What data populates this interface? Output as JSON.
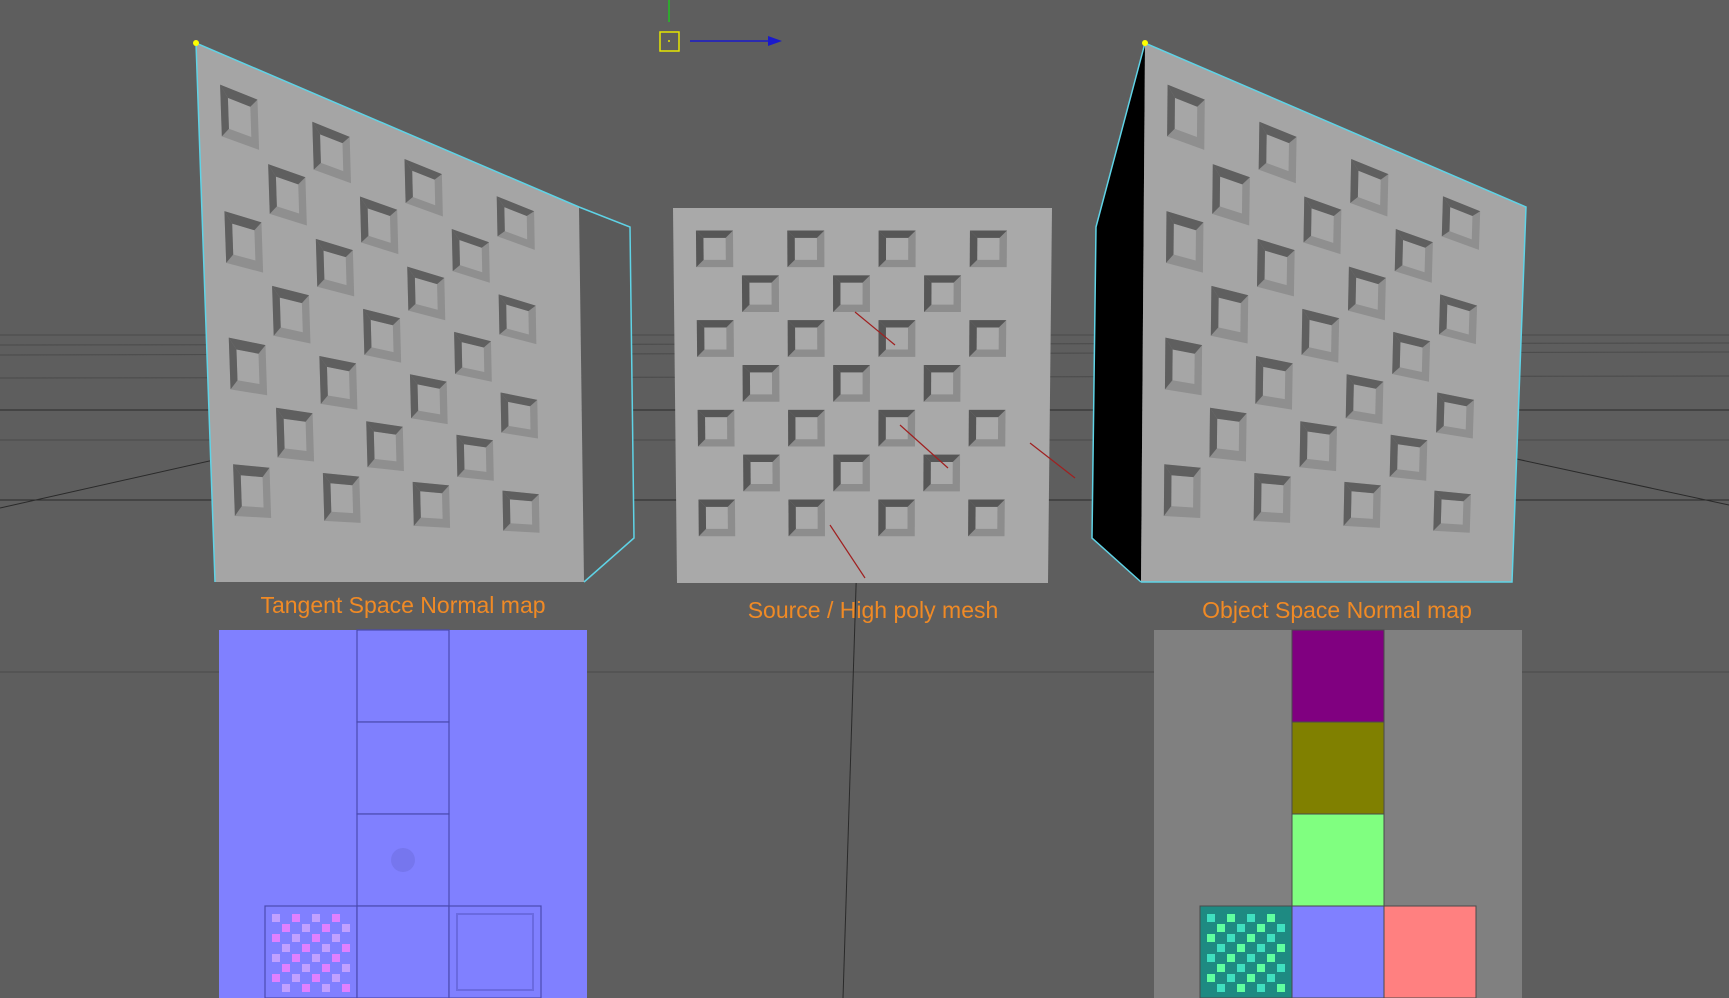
{
  "viewport": {
    "background": "#5e5e5e",
    "grid_color": "#4a4a4a",
    "axis_color": "#2a2a2a"
  },
  "captions": {
    "tangent": "Tangent Space Normal map",
    "source": "Source / High poly mesh",
    "object": "Object Space Normal map"
  },
  "caption_color": "#f08a25",
  "panels": {
    "tangent_face": {
      "fill": "#a5a5a5",
      "side_fill": "#5a5a5a",
      "edge_color": "#5fd3e6"
    },
    "source_face": {
      "fill": "#a9a9a9"
    },
    "object_face": {
      "fill": "#a5a5a5",
      "side_fill": "#000000",
      "edge_color": "#5fd3e6"
    }
  },
  "tangent_uv": {
    "background": "#8080ff",
    "tiles": [
      "#8080ff",
      "#8080ff",
      "#8080ff",
      "#8080ff",
      "#8080ff",
      "#8080ff"
    ]
  },
  "object_uv": {
    "background": "#808080",
    "tiles": {
      "top": "#800080",
      "mid_top": "#808000",
      "mid": "#80ff80",
      "bottom_left": "#1e8a82",
      "bottom_mid": "#8080ff",
      "bottom_right": "#ff8080"
    }
  },
  "gizmo": {
    "pivot_color": "#e6e600",
    "x_axis_color": "#1a1acc",
    "y_axis_color": "#20c020"
  },
  "icons": [
    "move-gizmo-icon",
    "pivot-icon"
  ]
}
